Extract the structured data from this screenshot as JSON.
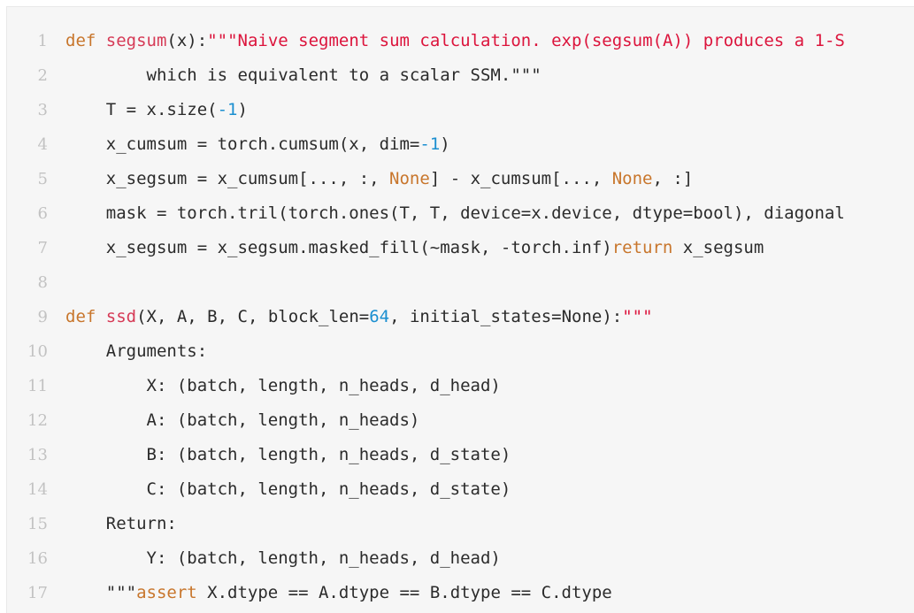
{
  "code_block": {
    "lines": [
      {
        "number": "1",
        "tokens": [
          {
            "t": "kw",
            "v": "def"
          },
          {
            "t": "plain",
            "v": " "
          },
          {
            "t": "fn",
            "v": "segsum"
          },
          {
            "t": "plain",
            "v": "(x):"
          },
          {
            "t": "str",
            "v": "\"\"\"Naive segment sum calculation. exp(segsum(A)) produces a 1-S"
          }
        ]
      },
      {
        "number": "2",
        "tokens": [
          {
            "t": "plain",
            "v": "        which is equivalent to a scalar SSM.\"\"\""
          }
        ]
      },
      {
        "number": "3",
        "tokens": [
          {
            "t": "plain",
            "v": "    T = x.size("
          },
          {
            "t": "num",
            "v": "-1"
          },
          {
            "t": "plain",
            "v": ")"
          }
        ]
      },
      {
        "number": "4",
        "tokens": [
          {
            "t": "plain",
            "v": "    x_cumsum = torch.cumsum(x, dim="
          },
          {
            "t": "num",
            "v": "-1"
          },
          {
            "t": "plain",
            "v": ")"
          }
        ]
      },
      {
        "number": "5",
        "tokens": [
          {
            "t": "plain",
            "v": "    x_segsum = x_cumsum[..., :, "
          },
          {
            "t": "kw",
            "v": "None"
          },
          {
            "t": "plain",
            "v": "] - x_cumsum[..., "
          },
          {
            "t": "kw",
            "v": "None"
          },
          {
            "t": "plain",
            "v": ", :]"
          }
        ]
      },
      {
        "number": "6",
        "tokens": [
          {
            "t": "plain",
            "v": "    mask = torch.tril(torch.ones(T, T, device=x.device, dtype=bool), diagonal"
          }
        ]
      },
      {
        "number": "7",
        "tokens": [
          {
            "t": "plain",
            "v": "    x_segsum = x_segsum.masked_fill(~mask, -torch.inf)"
          },
          {
            "t": "kw",
            "v": "return"
          },
          {
            "t": "plain",
            "v": " x_segsum"
          }
        ]
      },
      {
        "number": "8",
        "tokens": []
      },
      {
        "number": "9",
        "tokens": [
          {
            "t": "kw",
            "v": "def"
          },
          {
            "t": "plain",
            "v": " "
          },
          {
            "t": "fn",
            "v": "ssd"
          },
          {
            "t": "plain",
            "v": "(X, A, B, C, block_len="
          },
          {
            "t": "num",
            "v": "64"
          },
          {
            "t": "plain",
            "v": ", initial_states=None):"
          },
          {
            "t": "str",
            "v": "\"\"\""
          }
        ]
      },
      {
        "number": "10",
        "tokens": [
          {
            "t": "plain",
            "v": "    Arguments:"
          }
        ]
      },
      {
        "number": "11",
        "tokens": [
          {
            "t": "plain",
            "v": "        X: (batch, length, n_heads, d_head)"
          }
        ]
      },
      {
        "number": "12",
        "tokens": [
          {
            "t": "plain",
            "v": "        A: (batch, length, n_heads)"
          }
        ]
      },
      {
        "number": "13",
        "tokens": [
          {
            "t": "plain",
            "v": "        B: (batch, length, n_heads, d_state)"
          }
        ]
      },
      {
        "number": "14",
        "tokens": [
          {
            "t": "plain",
            "v": "        C: (batch, length, n_heads, d_state)"
          }
        ]
      },
      {
        "number": "15",
        "tokens": [
          {
            "t": "plain",
            "v": "    Return:"
          }
        ]
      },
      {
        "number": "16",
        "tokens": [
          {
            "t": "plain",
            "v": "        Y: (batch, length, n_heads, d_head)"
          }
        ]
      },
      {
        "number": "17",
        "tokens": [
          {
            "t": "plain",
            "v": "    \"\"\""
          },
          {
            "t": "kw",
            "v": "assert"
          },
          {
            "t": "plain",
            "v": " X.dtype == A.dtype == B.dtype == C.dtype"
          }
        ]
      }
    ]
  },
  "colors": {
    "background": "#f6f6f6",
    "keyword": "#c8762c",
    "function": "#d63a56",
    "string": "#dc143c",
    "number": "#1b8fd0",
    "text": "#2b2b2b",
    "line_number": "#c2c2c2"
  }
}
